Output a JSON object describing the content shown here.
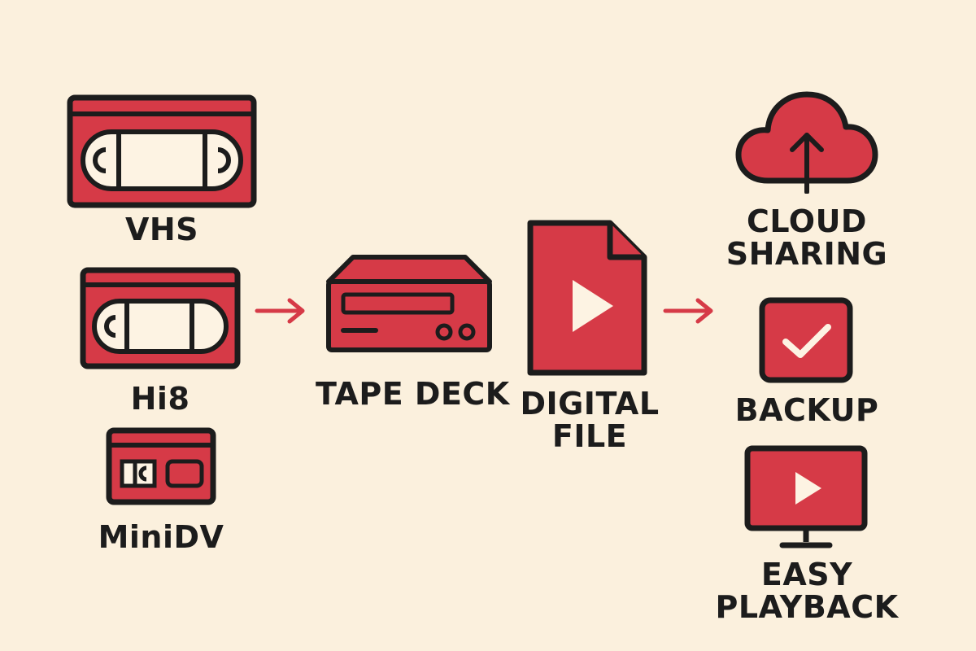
{
  "colors": {
    "background": "#fbf0dd",
    "accent": "#d63a47",
    "outline": "#1c1c1c",
    "arrow": "#d63a47"
  },
  "sources": [
    {
      "icon": "vhs-cassette-icon",
      "label": "VHS"
    },
    {
      "icon": "hi8-cassette-icon",
      "label": "Hi8"
    },
    {
      "icon": "minidv-cassette-icon",
      "label": "MiniDV"
    }
  ],
  "device": {
    "icon": "tape-deck-icon",
    "label": "TAPE DECK"
  },
  "file": {
    "icon": "video-file-icon",
    "label_line1": "DIGITAL",
    "label_line2": "FILE"
  },
  "outputs": [
    {
      "icon": "cloud-upload-icon",
      "label_line1": "CLOUD",
      "label_line2": "SHARING"
    },
    {
      "icon": "checkbox-icon",
      "label_line1": "BACKUP",
      "label_line2": ""
    },
    {
      "icon": "monitor-play-icon",
      "label_line1": "EASY",
      "label_line2": "PLAYBACK"
    }
  ]
}
